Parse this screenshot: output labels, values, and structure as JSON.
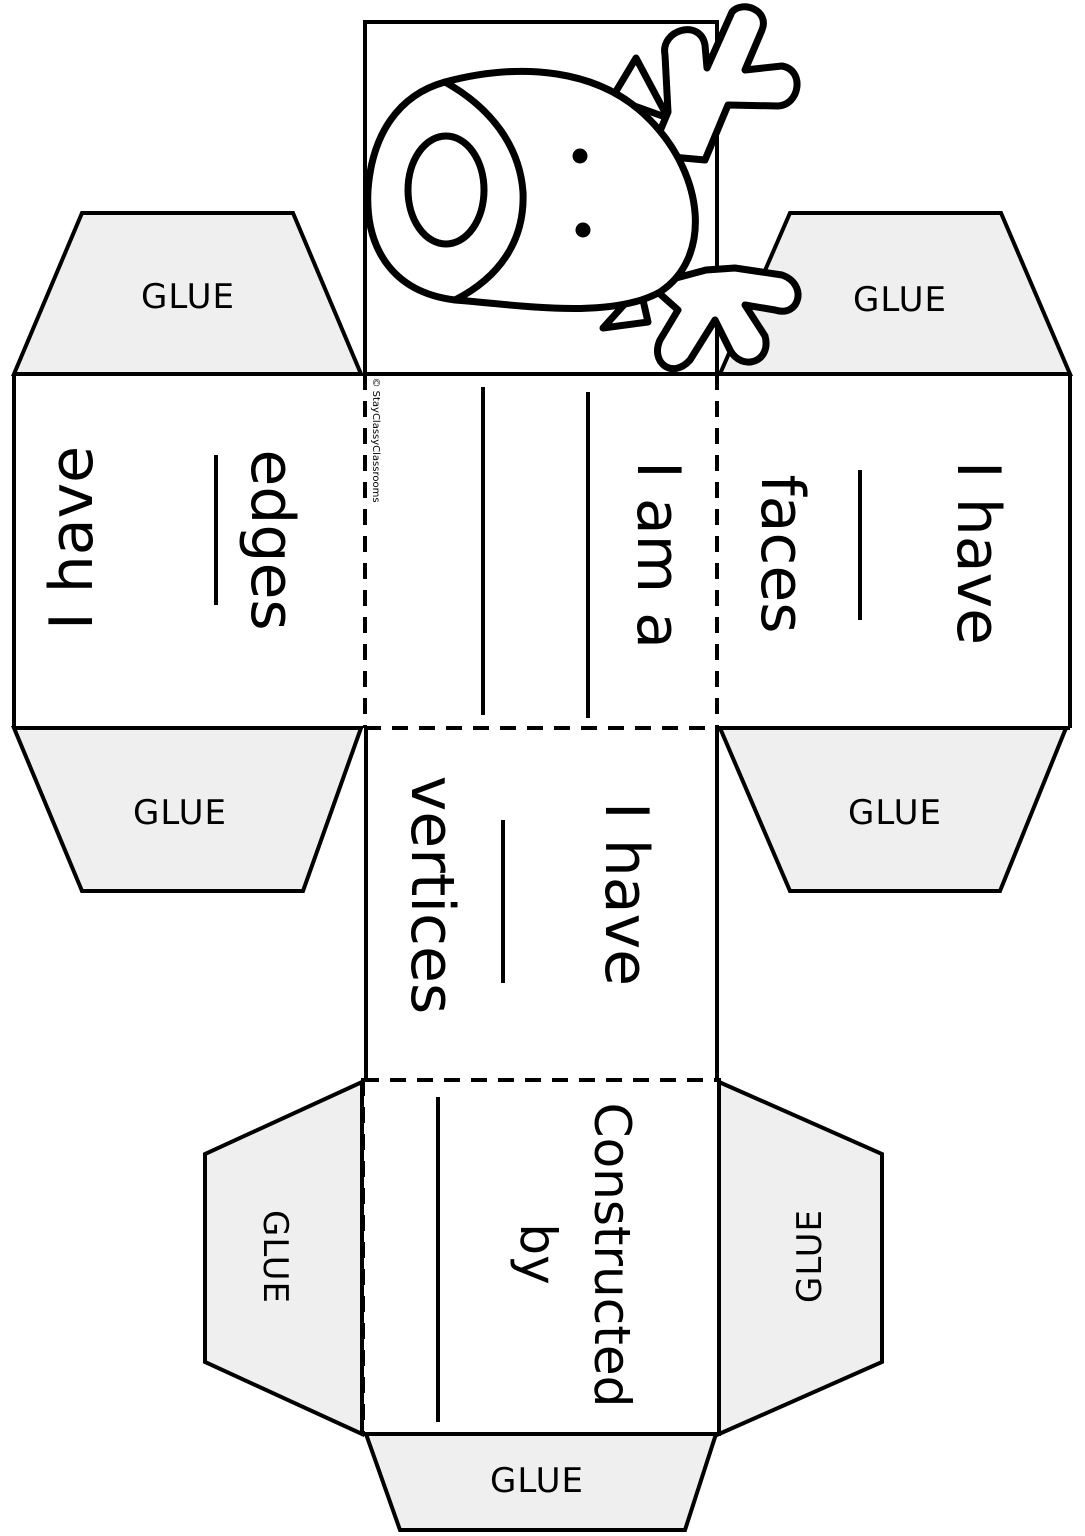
{
  "glue_label": "GLUE",
  "faces": {
    "edges": {
      "line1": "I have",
      "line2": "edges"
    },
    "shape": {
      "line1": "I am a"
    },
    "faces": {
      "line1": "I have",
      "line2": "faces"
    },
    "vertices": {
      "line1": "I have",
      "line2": "vertices"
    },
    "constructed": {
      "line1": "Constructed",
      "line2": "by"
    }
  },
  "copyright": "© StayClassyClassrooms",
  "icons": [
    "reindeer-head-icon"
  ]
}
